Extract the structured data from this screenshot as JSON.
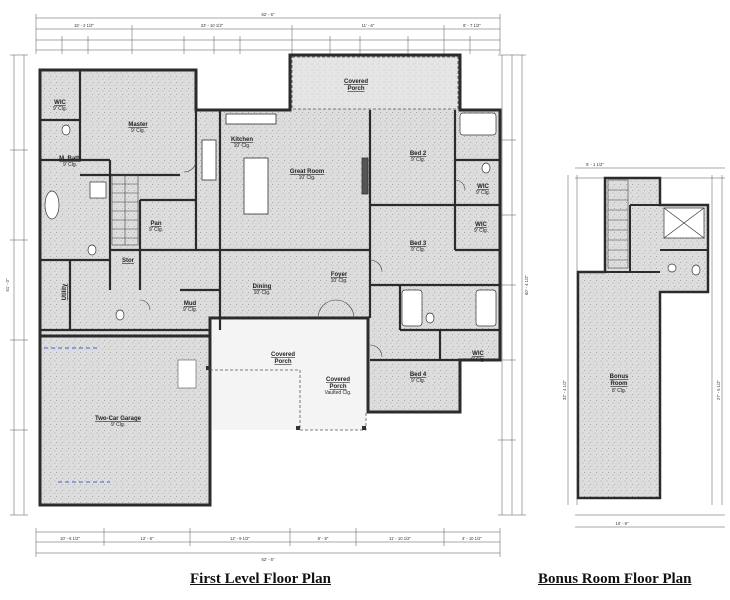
{
  "captions": {
    "first_level": "First Level Floor Plan",
    "bonus": "Bonus Room Floor Plan"
  },
  "first_level_rooms": [
    {
      "key": "wic1",
      "name": "WIC",
      "sub": "9' Clg."
    },
    {
      "key": "master",
      "name": "Master",
      "sub": "9' Clg."
    },
    {
      "key": "mbath",
      "name": "M. Bath",
      "sub": "9' Clg."
    },
    {
      "key": "kitchen",
      "name": "Kitchen",
      "sub": "10' Clg."
    },
    {
      "key": "great",
      "name": "Great Room",
      "sub": "10' Clg."
    },
    {
      "key": "covered_top",
      "name": "Covered",
      "sub": "Porch"
    },
    {
      "key": "bed2",
      "name": "Bed 2",
      "sub": "9' Clg."
    },
    {
      "key": "wic2",
      "name": "WIC",
      "sub": "9' Clg."
    },
    {
      "key": "wic3",
      "name": "WIC",
      "sub": "9' Clg."
    },
    {
      "key": "bed3",
      "name": "Bed 3",
      "sub": "9' Clg."
    },
    {
      "key": "pan",
      "name": "Pan",
      "sub": "9' Clg."
    },
    {
      "key": "stor",
      "name": "Stor",
      "sub": ""
    },
    {
      "key": "utility",
      "name": "Utility",
      "sub": ""
    },
    {
      "key": "mud",
      "name": "Mud",
      "sub": "9' Clg."
    },
    {
      "key": "dining",
      "name": "Dining",
      "sub": "10' Clg."
    },
    {
      "key": "foyer",
      "name": "Foyer",
      "sub": "10' Clg."
    },
    {
      "key": "wic4",
      "name": "WIC",
      "sub": "9' Clg."
    },
    {
      "key": "bed4",
      "name": "Bed 4",
      "sub": "9' Clg."
    },
    {
      "key": "covered_mid",
      "name": "Covered",
      "sub": "Porch"
    },
    {
      "key": "covered_front",
      "name": "Covered",
      "sub": "Porch"
    },
    {
      "key": "garage",
      "name": "Two-Car Garage",
      "sub": "9' Clg."
    }
  ],
  "front_porch_note": "Vaulted Clg.",
  "bonus_rooms": [
    {
      "key": "bonus",
      "name": "Bonus",
      "sub": "Room"
    }
  ],
  "bonus_sub2": "8' Clg.",
  "dimensions": {
    "overall_top": "62' - 6\"",
    "top_a": "15' - 2 1/2\"",
    "top_b": "23' - 10 1/2\"",
    "top_c": "11' - 6\"",
    "top_d": "8' - 7 1/2\"",
    "overall_bottom": "62' - 6\"",
    "bot_a": "10' - 6 1/2\"",
    "bot_b": "12' - 6\"",
    "bot_c": "12' - 9 1/2\"",
    "bot_d": "8' - 8\"",
    "bot_e": "11' - 10 1/2\"",
    "bot_f": "4' - 10 1/2\"",
    "left_total": "61' - 0\"",
    "right_total": "60' - 4 1/2\"",
    "bonus_top": "5' - 1 1/2\"",
    "bonus_width": "10' - 9\"",
    "bonus_left": "32' - 4 1/2\"",
    "bonus_right": "27' - 6 1/2\""
  },
  "colors": {
    "wall": "#2b2b2b",
    "floor": "#dcdcdc",
    "dimline": "#555555",
    "hatch": "#1a3ccf"
  }
}
